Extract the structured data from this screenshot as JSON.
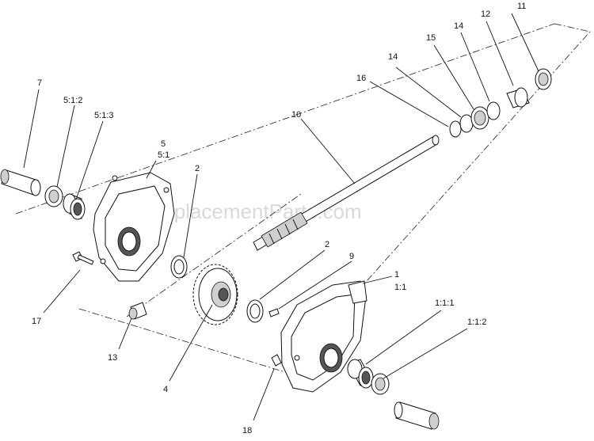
{
  "watermark": "eReplacementParts.com",
  "callouts": [
    {
      "id": "c7",
      "text": "7"
    },
    {
      "id": "c512",
      "text": "5:1:2"
    },
    {
      "id": "c513",
      "text": "5:1:3"
    },
    {
      "id": "c5",
      "text": "5"
    },
    {
      "id": "c51",
      "text": "5:1"
    },
    {
      "id": "c2a",
      "text": "2"
    },
    {
      "id": "c10",
      "text": "10"
    },
    {
      "id": "c16",
      "text": "16"
    },
    {
      "id": "c14a",
      "text": "14"
    },
    {
      "id": "c15",
      "text": "15"
    },
    {
      "id": "c14b",
      "text": "14"
    },
    {
      "id": "c12",
      "text": "12"
    },
    {
      "id": "c11",
      "text": "11"
    },
    {
      "id": "c2b",
      "text": "2"
    },
    {
      "id": "c9",
      "text": "9"
    },
    {
      "id": "c1",
      "text": "1"
    },
    {
      "id": "c11b",
      "text": "1:1"
    },
    {
      "id": "c111",
      "text": "1:1:1"
    },
    {
      "id": "c112",
      "text": "1:1:2"
    },
    {
      "id": "c17",
      "text": "17"
    },
    {
      "id": "c13",
      "text": "13"
    },
    {
      "id": "c4",
      "text": "4"
    },
    {
      "id": "c18",
      "text": "18"
    }
  ]
}
